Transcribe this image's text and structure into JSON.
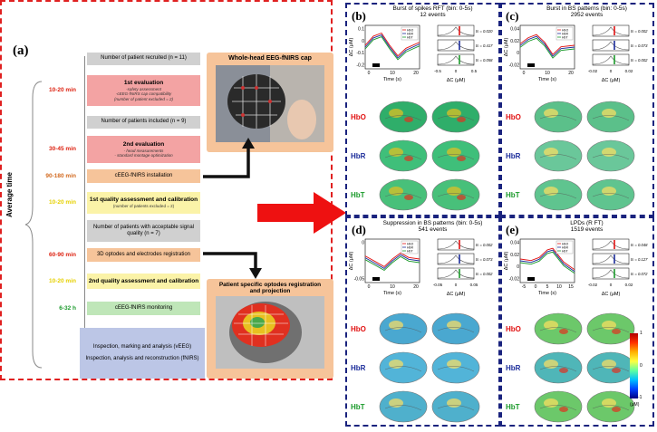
{
  "panel_a": {
    "label": "(a)",
    "avg_time_label": "Average time",
    "steps": [
      {
        "text": "Number of patient recruited (n = 11)"
      },
      {
        "title": "1st evaluation",
        "subs": [
          "-safety assessment",
          "-cEEG-fNIRS cap compatibility",
          "(number of patient excluded = 2)"
        ]
      },
      {
        "text": "Number of patients included (n = 9)"
      },
      {
        "title": "2nd evaluation",
        "subs": [
          "- head measurements",
          "- standard montage optimization"
        ]
      },
      {
        "text": "cEEG-fNIRS installation"
      },
      {
        "title": "1st quality assessment and calibration",
        "subs": [
          "(number of patients excluded = 2)"
        ]
      },
      {
        "text": "Number of patients with acceptable signal quality (n = 7)"
      },
      {
        "text": "3D optodes and electrodes registration"
      },
      {
        "title": "2nd quality assessment and calibration",
        "subs": []
      },
      {
        "text": "cEEG-fNIRS monitoring"
      },
      {
        "text": "Inspection, marking and analysis (vEEG)"
      },
      {
        "text": "Inspection, analysis and reconstruction (fNIRS)"
      }
    ],
    "times": [
      "10-20 min",
      "30-45 min",
      "90-180 min",
      "10-20 min",
      "60-90 min",
      "10-20 min",
      "6-32 h"
    ],
    "cap_title": "Whole-head EEG-fNIRS cap",
    "optode_title": "Patient specific optodes registration and projection"
  },
  "panel_b": {
    "label": "(b)",
    "title": "Burst of spikes RFT (bin: 0-5s)",
    "events": "12 events",
    "legend": [
      "HbO",
      "HbR",
      "HbT"
    ],
    "ylabel": "ΔC (μM)",
    "xlabel": "Time (s)",
    "xlabel2": "ΔC (μM)",
    "y_ticks": [
      "0.1",
      "0",
      "-0.1",
      "-0.2"
    ],
    "x_ticks": [
      "0",
      "10",
      "20"
    ],
    "x2_ticks": [
      "-0.5",
      "0",
      "0.5"
    ],
    "ts": [
      "ts = 0.020",
      "ts = 0.417",
      "ts = 0.058"
    ]
  },
  "panel_c": {
    "label": "(c)",
    "title": "Burst in BS patterns (bin: 0-5s)",
    "events": "2952 events",
    "legend": [
      "HbO",
      "HbR",
      "HbT"
    ],
    "ylabel": "ΔC (μM)",
    "xlabel": "Time (s)",
    "xlabel2": "ΔC (μM)",
    "y_ticks": [
      "0.04",
      "0.02",
      "0",
      "-0.02"
    ],
    "x_ticks": [
      "0",
      "10",
      "20"
    ],
    "x2_ticks": [
      "-0.02",
      "0",
      "0.02"
    ],
    "ts": [
      "ts = 0.002",
      "ts = 0.073",
      "ts = 0.002"
    ]
  },
  "panel_d": {
    "label": "(d)",
    "title": "Suppression in BS patterns (bin: 0-5s)",
    "events": "541 events",
    "legend": [
      "HbO",
      "HbR",
      "HbT"
    ],
    "ylabel": "ΔC (μM)",
    "xlabel": "Time (s)",
    "xlabel2": "ΔC (μM)",
    "y_ticks": [
      "0",
      "-0.05"
    ],
    "x_ticks": [
      "0",
      "10",
      "20"
    ],
    "x2_ticks": [
      "-0.05",
      "0",
      "0.05"
    ],
    "ts": [
      "ts = 0.002",
      "ts = 0.073",
      "ts = 0.002"
    ]
  },
  "panel_e": {
    "label": "(e)",
    "title": "LPDs (R FT)",
    "events": "1519 events",
    "legend": [
      "HbO",
      "HbR",
      "HbT"
    ],
    "ylabel": "ΔC (μM)",
    "xlabel": "Time (s)",
    "xlabel2": "ΔC (μM)",
    "y_ticks": [
      "0.04",
      "0.02",
      "0",
      "-0.02"
    ],
    "x_ticks": [
      "-5",
      "0",
      "5",
      "10",
      "15"
    ],
    "x2_ticks": [
      "-0.02",
      "0",
      "0.02"
    ],
    "ts": [
      "ts = 0.048",
      "ts = 0.127",
      "ts = 0.072"
    ]
  },
  "rows": [
    "HbO",
    "HbR",
    "HbT"
  ],
  "colorbar": {
    "top": "1",
    "mid": "0",
    "bottom": "-1",
    "unit": "(μM)"
  },
  "colors": {
    "hbo": "#e11111",
    "hbr": "#1a2b9a",
    "hbt": "#1a9a2a",
    "panel_a_border": "#e02020",
    "panel_border": "#1a237e",
    "arrow": "#ee1111"
  }
}
